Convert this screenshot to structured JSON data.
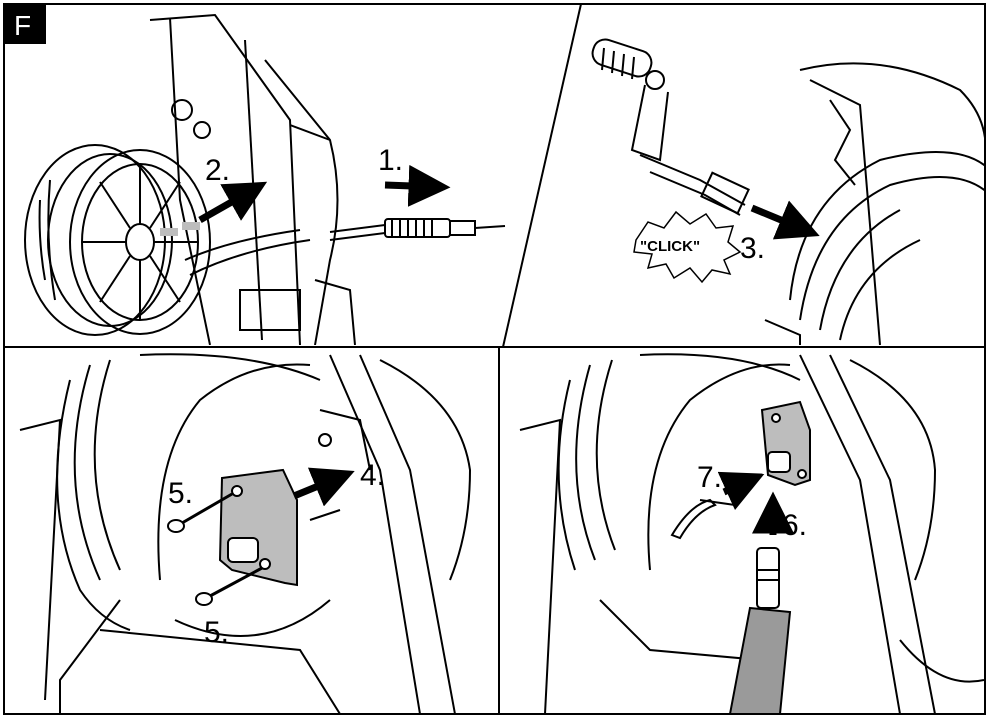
{
  "section_letter": "F",
  "colors": {
    "ink": "#000000",
    "paper": "#ffffff",
    "panel_fill": "#bdbdbd",
    "shade": "#9a9a9a"
  },
  "panels": [
    {
      "id": "top-left",
      "steps": [
        "1.",
        "2."
      ]
    },
    {
      "id": "top-right",
      "steps": [
        "3."
      ],
      "sound_effect": "\"CLICK\""
    },
    {
      "id": "bottom-left",
      "steps": [
        "4.",
        "5.",
        "5."
      ]
    },
    {
      "id": "bottom-right",
      "steps": [
        "6.",
        "7."
      ]
    }
  ]
}
